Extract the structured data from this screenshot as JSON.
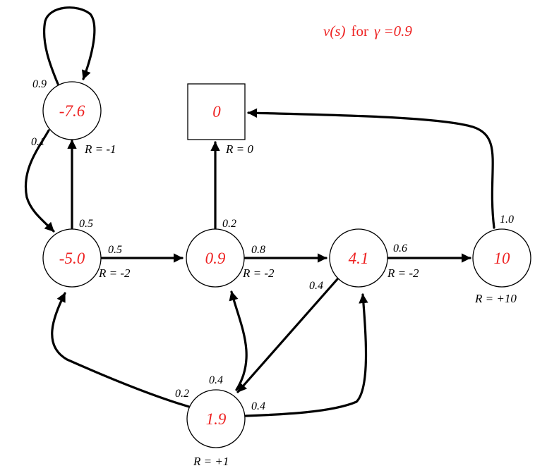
{
  "title": {
    "v": "v(s)",
    "for": "for",
    "gamma": "γ =0.9"
  },
  "colors": {
    "value_text": "#ee2222",
    "ink": "#000000"
  },
  "nodes": {
    "n1": {
      "value": "-7.6",
      "reward": "R = -1"
    },
    "n2": {
      "value": "-5.0",
      "reward": "R = -2"
    },
    "n3": {
      "value": "0.9",
      "reward": "R = -2"
    },
    "n4": {
      "value": "4.1",
      "reward": "R = -2"
    },
    "n5": {
      "value": "10",
      "reward": "R = +10"
    },
    "n6": {
      "value": "1.9",
      "reward": "R = +1"
    },
    "terminal": {
      "value": "0",
      "reward": "R = 0"
    }
  },
  "edges": {
    "n1_self": "0.9",
    "n1_to_n2": "0.1",
    "n2_to_n1": "0.5",
    "n2_to_n3": "0.5",
    "n3_to_terminal": "0.2",
    "n3_to_n4": "0.8",
    "n4_to_n6": "0.4",
    "n4_to_n5": "0.6",
    "n5_to_terminal": "1.0",
    "n6_to_n2": "0.2",
    "n6_to_n3": "0.4",
    "n6_to_n4": "0.4"
  }
}
